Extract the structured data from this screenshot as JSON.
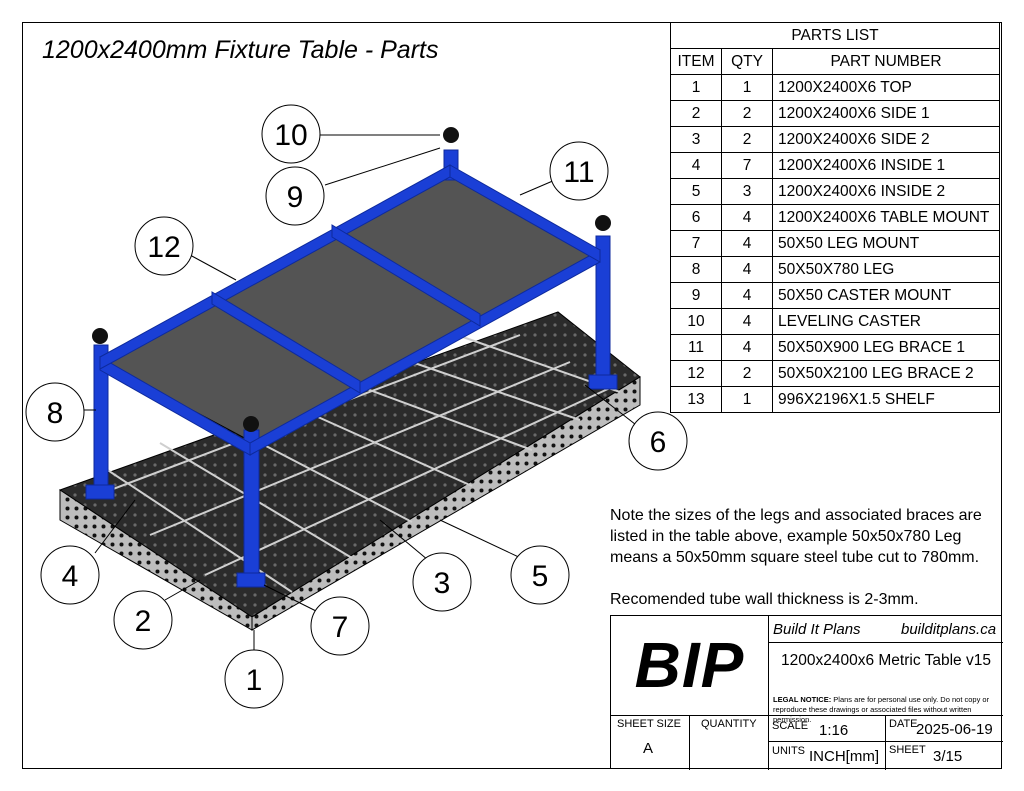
{
  "title": "1200x2400mm Fixture Table - Parts",
  "colors": {
    "frame": "#1a3fd6",
    "frame_dark": "#0d2a9c",
    "shelf": "#545454",
    "table_top": "#2a2a2a",
    "table_side": "#bdbdbd",
    "hole": "#111111"
  },
  "balloons": [
    "1",
    "2",
    "3",
    "4",
    "5",
    "6",
    "7",
    "8",
    "9",
    "10",
    "11",
    "12"
  ],
  "parts_list": {
    "heading": "PARTS LIST",
    "columns": [
      "ITEM",
      "QTY",
      "PART NUMBER"
    ],
    "rows": [
      [
        "1",
        "1",
        "1200X2400X6 TOP"
      ],
      [
        "2",
        "2",
        "1200X2400X6 SIDE 1"
      ],
      [
        "3",
        "2",
        "1200X2400X6 SIDE 2"
      ],
      [
        "4",
        "7",
        "1200X2400X6 INSIDE 1"
      ],
      [
        "5",
        "3",
        "1200X2400X6 INSIDE 2"
      ],
      [
        "6",
        "4",
        "1200X2400X6 TABLE MOUNT"
      ],
      [
        "7",
        "4",
        "50X50 LEG MOUNT"
      ],
      [
        "8",
        "4",
        "50X50X780 LEG"
      ],
      [
        "9",
        "4",
        "50X50 CASTER MOUNT"
      ],
      [
        "10",
        "4",
        "LEVELING CASTER"
      ],
      [
        "11",
        "4",
        "50X50X900 LEG BRACE 1"
      ],
      [
        "12",
        "2",
        "50X50X2100 LEG BRACE 2"
      ],
      [
        "13",
        "1",
        "996X2196X1.5 SHELF"
      ]
    ]
  },
  "note": {
    "line1": "Note the sizes of the legs and associated braces are listed in the table above, example 50x50x780 Leg means a 50x50mm square steel tube cut to 780mm.",
    "line2": "Recomended tube wall thickness is 2-3mm."
  },
  "title_block": {
    "logo": "BIP",
    "company": "Build It Plans",
    "website": "builditplans.ca",
    "drawing_title": "1200x2400x6 Metric Table v15",
    "legal_label": "LEGAL NOTICE:",
    "legal_text": "Plans are for personal use only. Do not copy or reproduce these drawings or associated files without written permission.",
    "sheet_size_label": "SHEET SIZE",
    "sheet_size": "A",
    "quantity_label": "QUANTITY",
    "quantity": "",
    "scale_label": "SCALE",
    "scale": "1:16",
    "date_label": "DATE",
    "date": "2025-06-19",
    "units_label": "UNITS",
    "units": "INCH[mm]",
    "sheet_label": "SHEET",
    "sheet": "3/15"
  }
}
